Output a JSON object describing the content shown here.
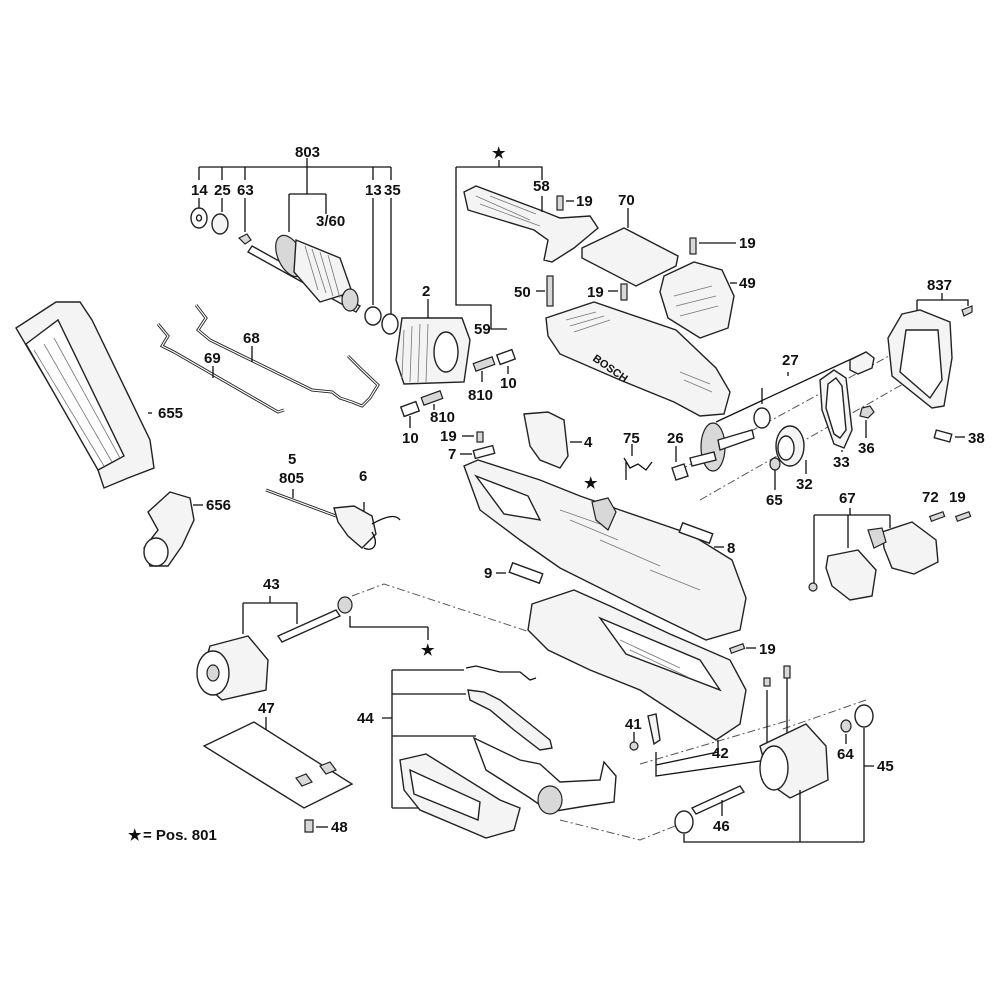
{
  "diagram": {
    "title": "Exploded parts diagram — belt sander",
    "brand_text": "BOSCH",
    "legend": {
      "symbol": "★",
      "text": "= Pos. 801"
    },
    "labels": {
      "803": "803",
      "14": "14",
      "25": "25",
      "63": "63",
      "3_60": "3/60",
      "13": "13",
      "35": "35",
      "2": "2",
      "68": "68",
      "69": "69",
      "655": "655",
      "656": "656",
      "10a": "10",
      "810a": "810",
      "10b": "10",
      "810b": "810",
      "19_top": "19",
      "7": "7",
      "5": "5",
      "805": "805",
      "6": "6",
      "star_top": "★",
      "58": "58",
      "19_handle": "19",
      "70": "70",
      "19_cover": "19",
      "49": "49",
      "50": "50",
      "19_housing": "19",
      "59": "59",
      "837": "837",
      "27": "27",
      "36": "36",
      "38": "38",
      "26": "26",
      "33": "33",
      "32": "32",
      "65": "65",
      "4": "4",
      "75": "75",
      "star_mid": "★",
      "8": "8",
      "9": "9",
      "67": "67",
      "72": "72",
      "19_knob": "19",
      "43": "43",
      "star_base": "★",
      "19_base": "19",
      "44": "44",
      "47": "47",
      "48": "48",
      "41": "41",
      "42": "42",
      "64": "64",
      "45": "45",
      "46": "46"
    }
  }
}
